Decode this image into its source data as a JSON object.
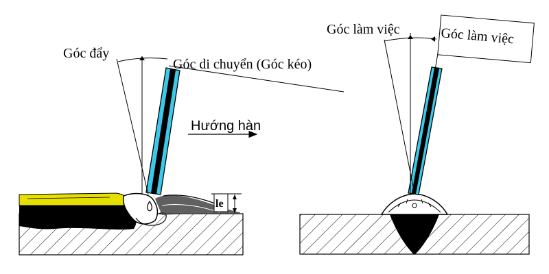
{
  "left_diagram": {
    "push_angle_label": "Góc đẩy",
    "travel_angle_label": "Góc di chuyển (Góc kéo)",
    "direction_label": "Hướng hàn",
    "stickout_label": "le"
  },
  "right_diagram": {
    "work_angle_label_left": "Góc làm việc",
    "work_angle_label_right": "Góc làm việc"
  },
  "colors": {
    "electrode_core": "#000000",
    "electrode_coating": "#3cc8e8",
    "slag": "#e6e000",
    "weld_bead": "#000000"
  }
}
